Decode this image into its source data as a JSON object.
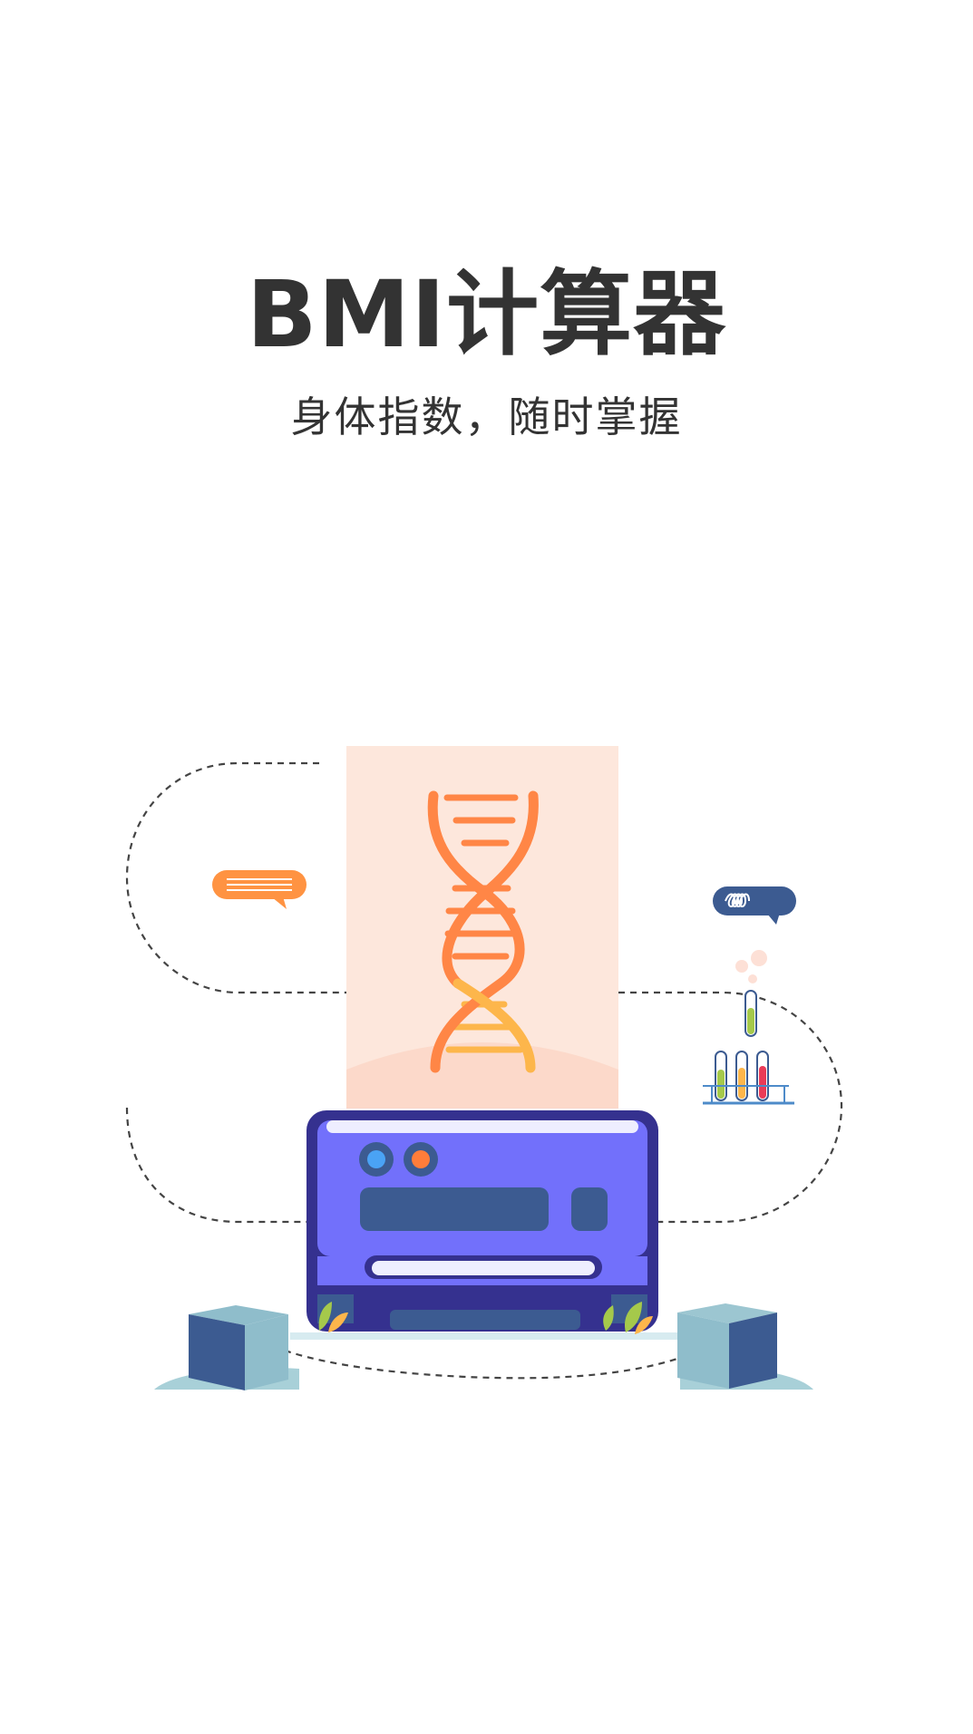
{
  "splash": {
    "title": "BMI计算器",
    "subtitle": "身体指数，随时掌握"
  },
  "illustration": {
    "subject": "dna-analysis-machine",
    "colors": {
      "card_background": "#fde7dc",
      "dna_primary": "#ff8646",
      "dna_secondary": "#fdb64b",
      "machine_body": "#7270fb",
      "machine_outline": "#35318f",
      "panel_dark": "#3c5b91",
      "block_light": "#8fbdcb",
      "block_dark": "#3c5b91",
      "chat_bubble_orange": "#ff9342",
      "chat_bubble_blue": "#3c5b91",
      "leaf_green": "#a5c94b",
      "tube_red": "#ea3b57"
    }
  }
}
